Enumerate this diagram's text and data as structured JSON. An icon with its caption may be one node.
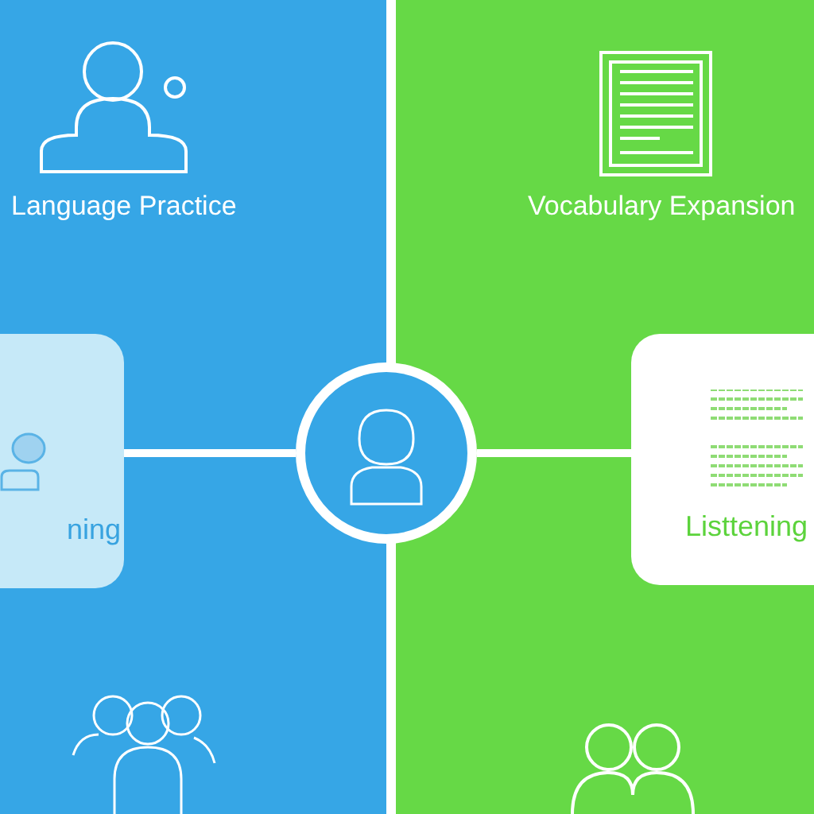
{
  "diagram": {
    "nodes": [
      {
        "text": [],
        "shape": "circle"
      },
      {
        "text": [
          "ning"
        ]
      },
      {
        "text": [
          "Listtening"
        ]
      }
    ],
    "edges": [
      {
        "from": 1,
        "to": 0,
        "arrow": "none"
      },
      {
        "from": 0,
        "to": 2,
        "arrow": "none"
      }
    ],
    "labels": [
      "Language Practice",
      "Vocabulary Expansion"
    ]
  }
}
